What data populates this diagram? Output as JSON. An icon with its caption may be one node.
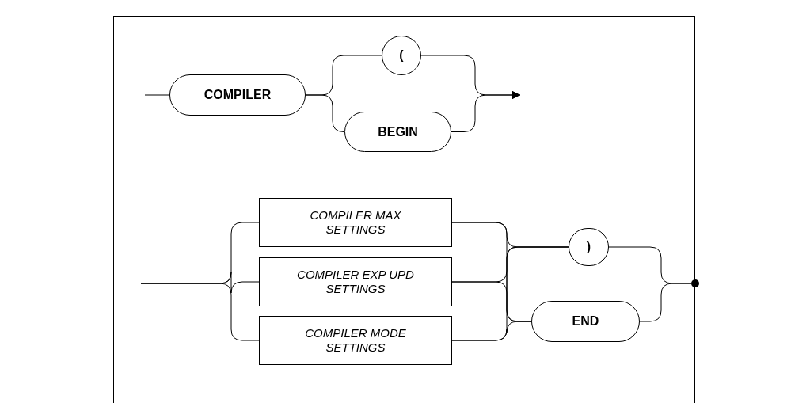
{
  "diagram": {
    "nodes": [
      {
        "text": [
          "COMPILER"
        ]
      },
      {
        "text": [
          "("
        ]
      },
      {
        "text": [
          "BEGIN"
        ]
      },
      {
        "text": [
          "COMPILER MAX SETTINGS"
        ]
      },
      {
        "text": [
          "COMPILER EXP UPD SETTINGS"
        ]
      },
      {
        "text": [
          "COMPILER MODE SETTINGS"
        ]
      },
      {
        "text": [
          ")"
        ]
      },
      {
        "text": [
          "END"
        ]
      },
      {
        "text": [],
        "shape": "dot"
      }
    ],
    "edges": [
      {
        "from": null,
        "to": 0,
        "arrow": "none"
      },
      {
        "from": 0,
        "to": 1,
        "arrow": "none"
      },
      {
        "from": 0,
        "to": 2,
        "arrow": "none"
      },
      {
        "from": 1,
        "to": null,
        "arrow": "to"
      },
      {
        "from": 2,
        "to": null,
        "arrow": "to"
      },
      {
        "from": null,
        "to": 3,
        "arrow": "none"
      },
      {
        "from": null,
        "to": 4,
        "arrow": "none"
      },
      {
        "from": null,
        "to": 5,
        "arrow": "none"
      },
      {
        "from": 3,
        "to": 6,
        "arrow": "none"
      },
      {
        "from": 3,
        "to": 7,
        "arrow": "none"
      },
      {
        "from": 4,
        "to": 6,
        "arrow": "none"
      },
      {
        "from": 4,
        "to": 7,
        "arrow": "none"
      },
      {
        "from": 5,
        "to": 6,
        "arrow": "none"
      },
      {
        "from": 5,
        "to": 7,
        "arrow": "none"
      },
      {
        "from": 6,
        "to": 8,
        "arrow": "none"
      },
      {
        "from": 7,
        "to": 8,
        "arrow": "none"
      }
    ]
  }
}
